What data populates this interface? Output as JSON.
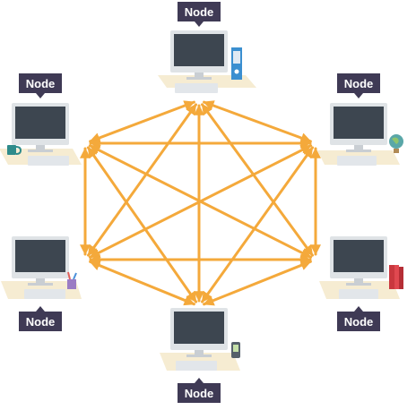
{
  "colors": {
    "connection": "#f4a93b",
    "label_bg": "#3f3a55",
    "monitor_frame": "#dfe3e6",
    "monitor_screen": "#3d4650",
    "desk": "#f6ecd2",
    "keyboard": "#e2e6ea"
  },
  "nodes": [
    {
      "id": "top",
      "label": "Node",
      "accessory": "binder-icon"
    },
    {
      "id": "upper-left",
      "label": "Node",
      "accessory": "mug-icon"
    },
    {
      "id": "upper-right",
      "label": "Node",
      "accessory": "globe-icon"
    },
    {
      "id": "lower-left",
      "label": "Node",
      "accessory": "pencil-cup-icon"
    },
    {
      "id": "lower-right",
      "label": "Node",
      "accessory": "books-icon"
    },
    {
      "id": "bottom",
      "label": "Node",
      "accessory": "desk-phone-icon"
    }
  ],
  "connections": [
    [
      "top",
      "upper-left"
    ],
    [
      "top",
      "upper-right"
    ],
    [
      "top",
      "lower-left"
    ],
    [
      "top",
      "lower-right"
    ],
    [
      "top",
      "bottom"
    ],
    [
      "upper-left",
      "upper-right"
    ],
    [
      "upper-left",
      "lower-left"
    ],
    [
      "upper-left",
      "lower-right"
    ],
    [
      "upper-left",
      "bottom"
    ],
    [
      "upper-right",
      "lower-left"
    ],
    [
      "upper-right",
      "lower-right"
    ],
    [
      "upper-right",
      "bottom"
    ],
    [
      "lower-left",
      "lower-right"
    ],
    [
      "lower-left",
      "bottom"
    ],
    [
      "lower-right",
      "bottom"
    ]
  ]
}
